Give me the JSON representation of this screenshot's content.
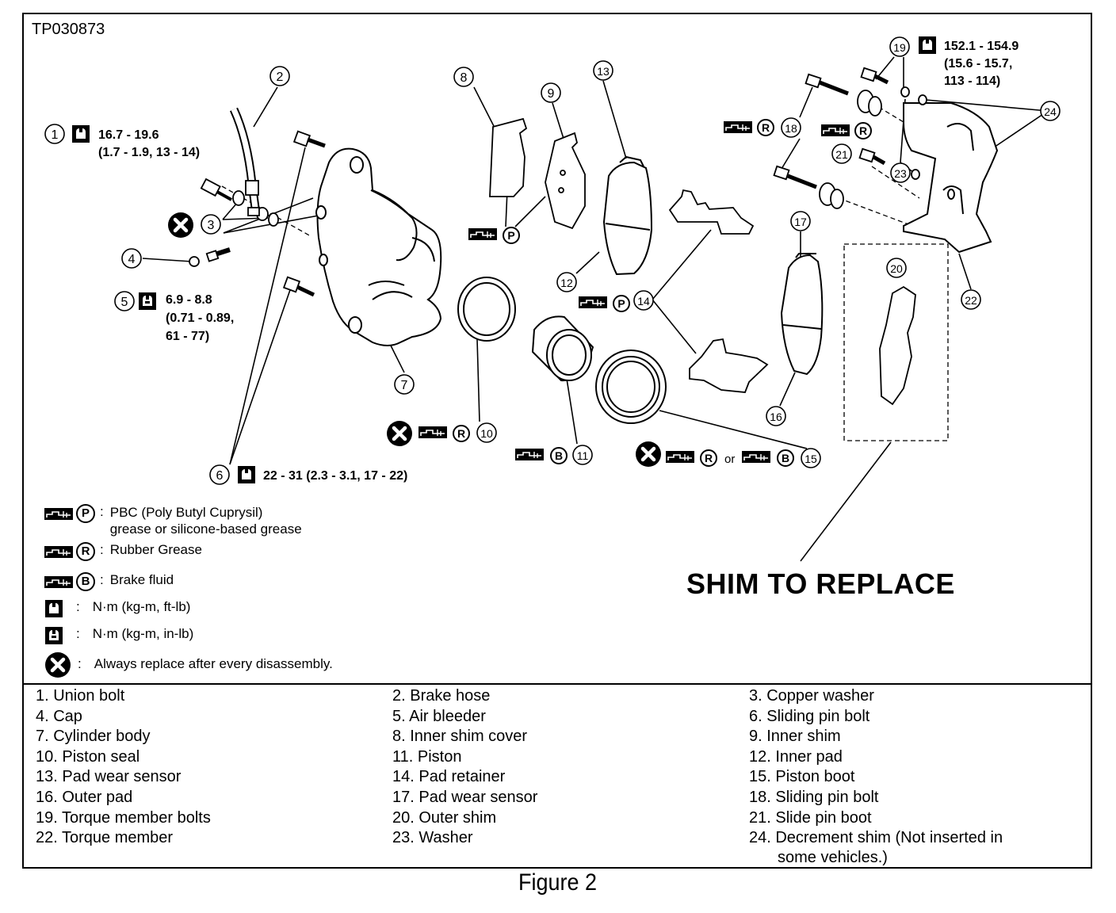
{
  "figure_ref": "TP030873",
  "caption": "Figure 2",
  "callouts": {
    "c1": "1",
    "c2": "2",
    "c3": "3",
    "c4": "4",
    "c5": "5",
    "c6": "6",
    "c7": "7",
    "c8": "8",
    "c9": "9",
    "c10": "10",
    "c11": "11",
    "c12": "12",
    "c13": "13",
    "c14": "14",
    "c15": "15",
    "c16": "16",
    "c17": "17",
    "c18": "18",
    "c19": "19",
    "c20": "20",
    "c21": "21",
    "c22": "22",
    "c23": "23",
    "c24": "24"
  },
  "torque_specs": {
    "union_bolt_l1": "16.7 - 19.6",
    "union_bolt_l2": "(1.7 - 1.9, 13 - 14)",
    "air_bleeder_l1": "6.9 - 8.8",
    "air_bleeder_l2": "(0.71 - 0.89,",
    "air_bleeder_l3": "61 - 77)",
    "sliding_pin_bolt": "22 - 31 (2.3 - 3.1, 17 - 22)",
    "torque_member_l1": "152.1 - 154.9",
    "torque_member_l2": "(15.6 - 15.7,",
    "torque_member_l3": "113 - 114)"
  },
  "grease_marks": {
    "p": "P",
    "r": "R",
    "b": "B",
    "or_text": "or"
  },
  "legend": {
    "pbc_line1": "PBC (Poly Butyl Cuprysil)",
    "pbc_line2": "grease or silicone-based grease",
    "rubber": "Rubber Grease",
    "brake_fluid": "Brake fluid",
    "torque_ftlb": "N·m (kg-m, ft-lb)",
    "torque_inlb": "N·m (kg-m, in-lb)",
    "replace": "Always replace after every disassembly.",
    "colon": ":"
  },
  "shim_label": "SHIM TO REPLACE",
  "parts_list": [
    "1. Union bolt",
    "2. Brake hose",
    "3. Copper washer",
    "4. Cap",
    "5. Air bleeder",
    "6. Sliding pin bolt",
    "7. Cylinder body",
    "8. Inner shim cover",
    "9. Inner shim",
    "10. Piston seal",
    "11. Piston",
    "12. Inner pad",
    "13. Pad wear sensor",
    "14. Pad retainer",
    "15. Piston boot",
    "16. Outer pad",
    "17. Pad wear sensor",
    "18. Sliding pin bolt",
    "19. Torque member bolts",
    "20. Outer shim",
    "21. Slide pin boot",
    "22. Torque member",
    "23. Washer",
    "24. Decrement shim (Not inserted in"
  ],
  "parts_list_continuation": "some vehicles.)"
}
